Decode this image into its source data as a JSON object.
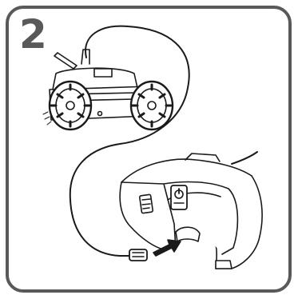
{
  "step": {
    "number": "2"
  },
  "colors": {
    "frame": "#595959",
    "line": "#1a1a1a",
    "background": "#ffffff"
  },
  "illustration": {
    "components": [
      "robot-cleaner",
      "power-cable",
      "cable-plug",
      "power-supply-dock",
      "power-button",
      "insert-arrow"
    ]
  }
}
